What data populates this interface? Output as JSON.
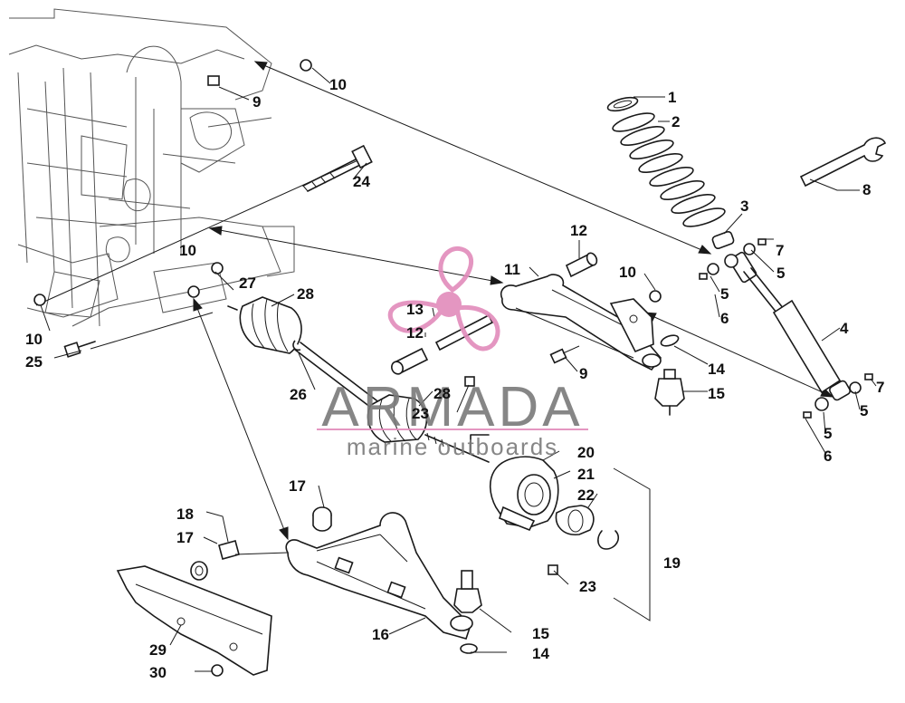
{
  "watermark": {
    "brand": "ARMADA",
    "tagline": "marine outboards",
    "brand_color": "#7a7a7a",
    "logo_color": "#e28bbb"
  },
  "callouts": [
    {
      "id": "c1",
      "label": "1"
    },
    {
      "id": "c2",
      "label": "2"
    },
    {
      "id": "c3",
      "label": "3"
    },
    {
      "id": "c4",
      "label": "4"
    },
    {
      "id": "c5a",
      "label": "5"
    },
    {
      "id": "c5b",
      "label": "5"
    },
    {
      "id": "c5c",
      "label": "5"
    },
    {
      "id": "c5d",
      "label": "5"
    },
    {
      "id": "c6a",
      "label": "6"
    },
    {
      "id": "c6b",
      "label": "6"
    },
    {
      "id": "c7a",
      "label": "7"
    },
    {
      "id": "c7b",
      "label": "7"
    },
    {
      "id": "c8",
      "label": "8"
    },
    {
      "id": "c9a",
      "label": "9"
    },
    {
      "id": "c9b",
      "label": "9"
    },
    {
      "id": "c10a",
      "label": "10"
    },
    {
      "id": "c10b",
      "label": "10"
    },
    {
      "id": "c10c",
      "label": "10"
    },
    {
      "id": "c10d",
      "label": "10"
    },
    {
      "id": "c11",
      "label": "11"
    },
    {
      "id": "c12a",
      "label": "12"
    },
    {
      "id": "c12b",
      "label": "12"
    },
    {
      "id": "c13",
      "label": "13"
    },
    {
      "id": "c14a",
      "label": "14"
    },
    {
      "id": "c14b",
      "label": "14"
    },
    {
      "id": "c15a",
      "label": "15"
    },
    {
      "id": "c15b",
      "label": "15"
    },
    {
      "id": "c16",
      "label": "16"
    },
    {
      "id": "c17a",
      "label": "17"
    },
    {
      "id": "c17b",
      "label": "17"
    },
    {
      "id": "c18",
      "label": "18"
    },
    {
      "id": "c19",
      "label": "19"
    },
    {
      "id": "c20",
      "label": "20"
    },
    {
      "id": "c21",
      "label": "21"
    },
    {
      "id": "c22",
      "label": "22"
    },
    {
      "id": "c23a",
      "label": "23"
    },
    {
      "id": "c23b",
      "label": "23"
    },
    {
      "id": "c24",
      "label": "24"
    },
    {
      "id": "c25",
      "label": "25"
    },
    {
      "id": "c26",
      "label": "26"
    },
    {
      "id": "c27",
      "label": "27"
    },
    {
      "id": "c28a",
      "label": "28"
    },
    {
      "id": "c28b",
      "label": "28"
    },
    {
      "id": "c29",
      "label": "29"
    },
    {
      "id": "c30",
      "label": "30"
    }
  ]
}
